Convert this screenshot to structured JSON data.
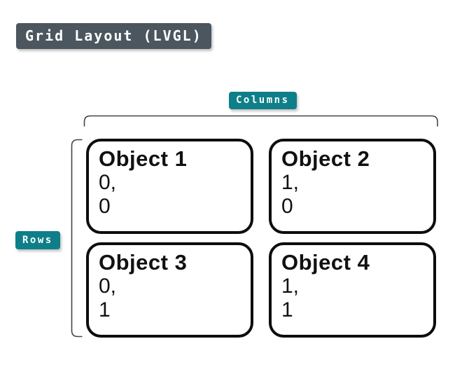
{
  "title": {
    "label": "Grid Layout (LVGL)"
  },
  "labels": {
    "columns": "Columns",
    "rows": "Rows"
  },
  "colors": {
    "badge_dark": "#4B565E",
    "badge_teal": "#0E7F89",
    "box_border": "#0D0D0D",
    "bracket": "#454545"
  },
  "grid": {
    "objects": [
      {
        "name": "Object 1",
        "col_index": "0,",
        "row_index": "0"
      },
      {
        "name": "Object 2",
        "col_index": "1,",
        "row_index": "0"
      },
      {
        "name": "Object 3",
        "col_index": "0,",
        "row_index": "1"
      },
      {
        "name": "Object 4",
        "col_index": "1,",
        "row_index": "1"
      }
    ]
  }
}
